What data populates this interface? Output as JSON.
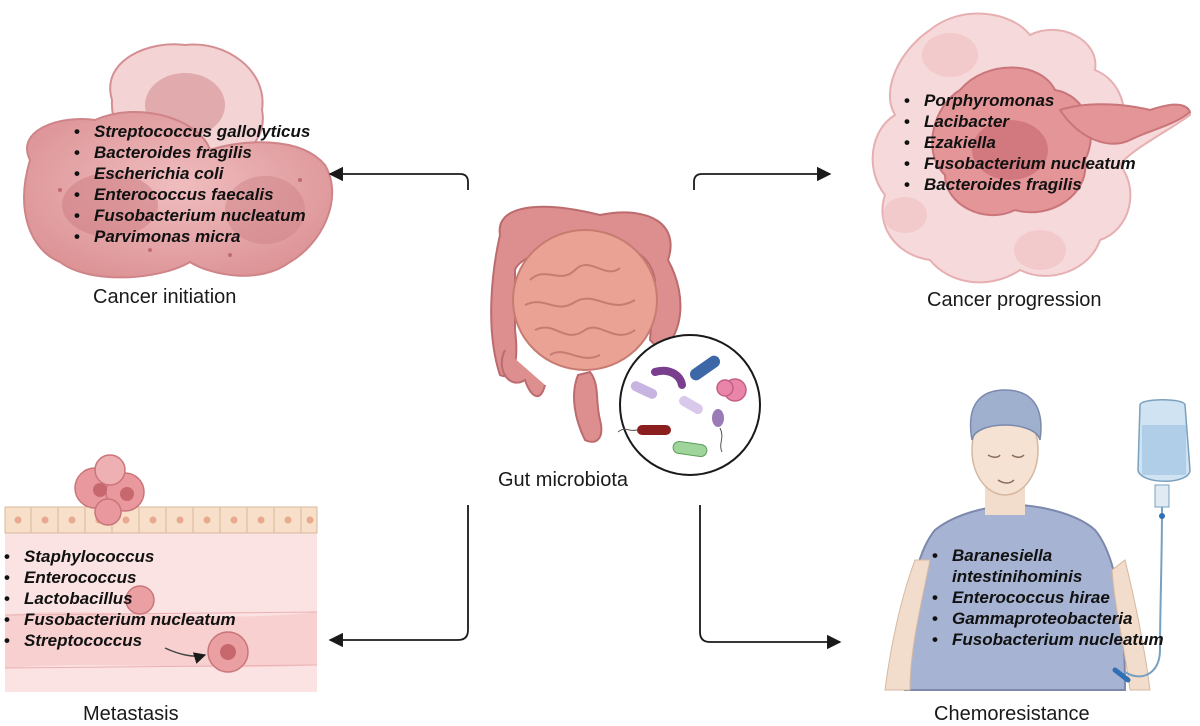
{
  "panels": {
    "initiation": {
      "caption": "Cancer initiation",
      "bacteria": [
        "Streptococcus gallolyticus",
        "Bacteroides fragilis",
        "Escherichia coli",
        "Enterococcus faecalis",
        "Fusobacterium nucleatum",
        "Parvimonas micra"
      ]
    },
    "progression": {
      "caption": "Cancer progression",
      "bacteria": [
        "Porphyromonas",
        "Lacibacter",
        "Ezakiella",
        "Fusobacterium nucleatum",
        "Bacteroides fragilis"
      ]
    },
    "metastasis": {
      "caption": "Metastasis",
      "bacteria": [
        "Staphylococcus",
        "Enterococcus",
        "Lactobacillus",
        "Fusobacterium nucleatum",
        "Streptococcus"
      ]
    },
    "chemoresistance": {
      "caption": "Chemoresistance",
      "bacteria": [
        "Baranesiella",
        "intestinihominis",
        "Enterococcus hirae",
        "Gammaproteobacteria",
        "Fusobacterium nucleatum"
      ]
    }
  },
  "center": {
    "caption": "Gut microbiota"
  },
  "colors": {
    "cell_pink": "#e7a6a8",
    "cell_dark": "#c97479",
    "arrow": "#1a1a1a"
  }
}
